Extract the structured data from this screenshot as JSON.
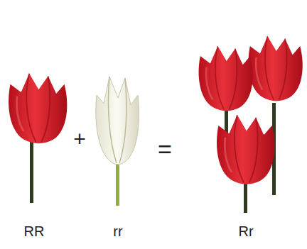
{
  "diagram": {
    "labels": [
      "+",
      "=",
      "RR",
      "rr",
      "Rr"
    ]
  }
}
